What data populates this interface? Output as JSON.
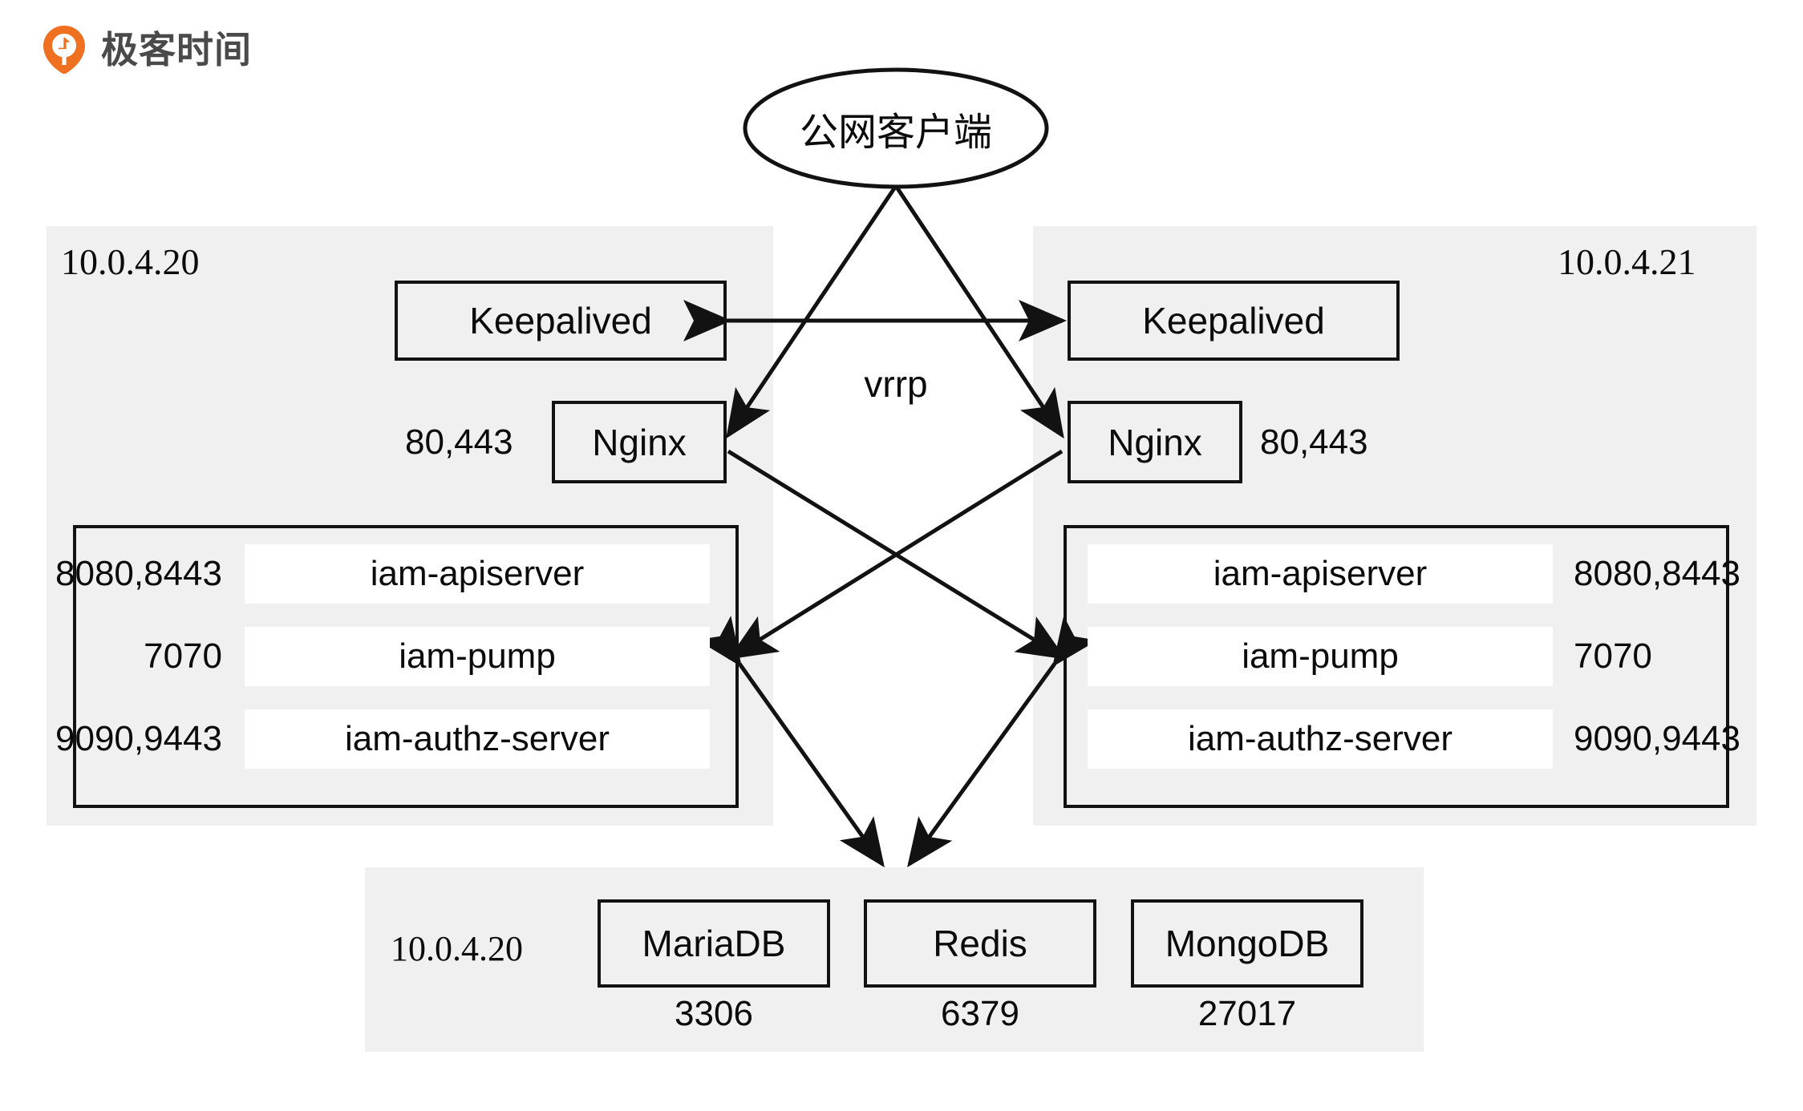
{
  "brand": {
    "name": "极客时间",
    "logo_icon": "geektime-pin-icon",
    "accent_color": "#f07022",
    "wordmark_color": "#4a4a4a"
  },
  "colors": {
    "panel_bg": "#f0f0f0",
    "node_stroke": "#121212",
    "white_fill": "#ffffff",
    "text": "#0b0b0b"
  },
  "diagram": {
    "type": "architecture",
    "client": {
      "label": "公网客户端",
      "shape": "ellipse"
    },
    "left_host": {
      "ip": "10.0.4.20",
      "keepalived": {
        "label": "Keepalived"
      },
      "nginx": {
        "label": "Nginx",
        "ports": "80,443"
      },
      "services": [
        {
          "name": "iam-apiserver",
          "ports": "8080,8443"
        },
        {
          "name": "iam-pump",
          "ports": "7070"
        },
        {
          "name": "iam-authz-server",
          "ports": "9090,9443"
        }
      ]
    },
    "right_host": {
      "ip": "10.0.4.21",
      "keepalived": {
        "label": "Keepalived"
      },
      "nginx": {
        "label": "Nginx",
        "ports": "80,443"
      },
      "services": [
        {
          "name": "iam-apiserver",
          "ports": "8080,8443"
        },
        {
          "name": "iam-pump",
          "ports": "7070"
        },
        {
          "name": "iam-authz-server",
          "ports": "9090,9443"
        }
      ]
    },
    "data_host": {
      "ip": "10.0.4.20",
      "stores": [
        {
          "name": "MariaDB",
          "port": "3306"
        },
        {
          "name": "Redis",
          "port": "6379"
        },
        {
          "name": "MongoDB",
          "port": "27017"
        }
      ]
    },
    "edges": [
      {
        "from": "client",
        "to": "left-nginx",
        "label": "",
        "arrow": "single"
      },
      {
        "from": "client",
        "to": "right-nginx",
        "label": "",
        "arrow": "single"
      },
      {
        "from": "left-keepalived",
        "to": "right-keepalived",
        "label": "vrrp",
        "arrow": "double"
      },
      {
        "from": "left-nginx",
        "to": "right-services",
        "label": "",
        "arrow": "single"
      },
      {
        "from": "right-nginx",
        "to": "left-services",
        "label": "",
        "arrow": "single"
      },
      {
        "from": "left-services",
        "to": "data-host",
        "label": "",
        "arrow": "double"
      },
      {
        "from": "right-services",
        "to": "data-host",
        "label": "",
        "arrow": "double"
      }
    ],
    "vrrp_label": "vrrp"
  }
}
